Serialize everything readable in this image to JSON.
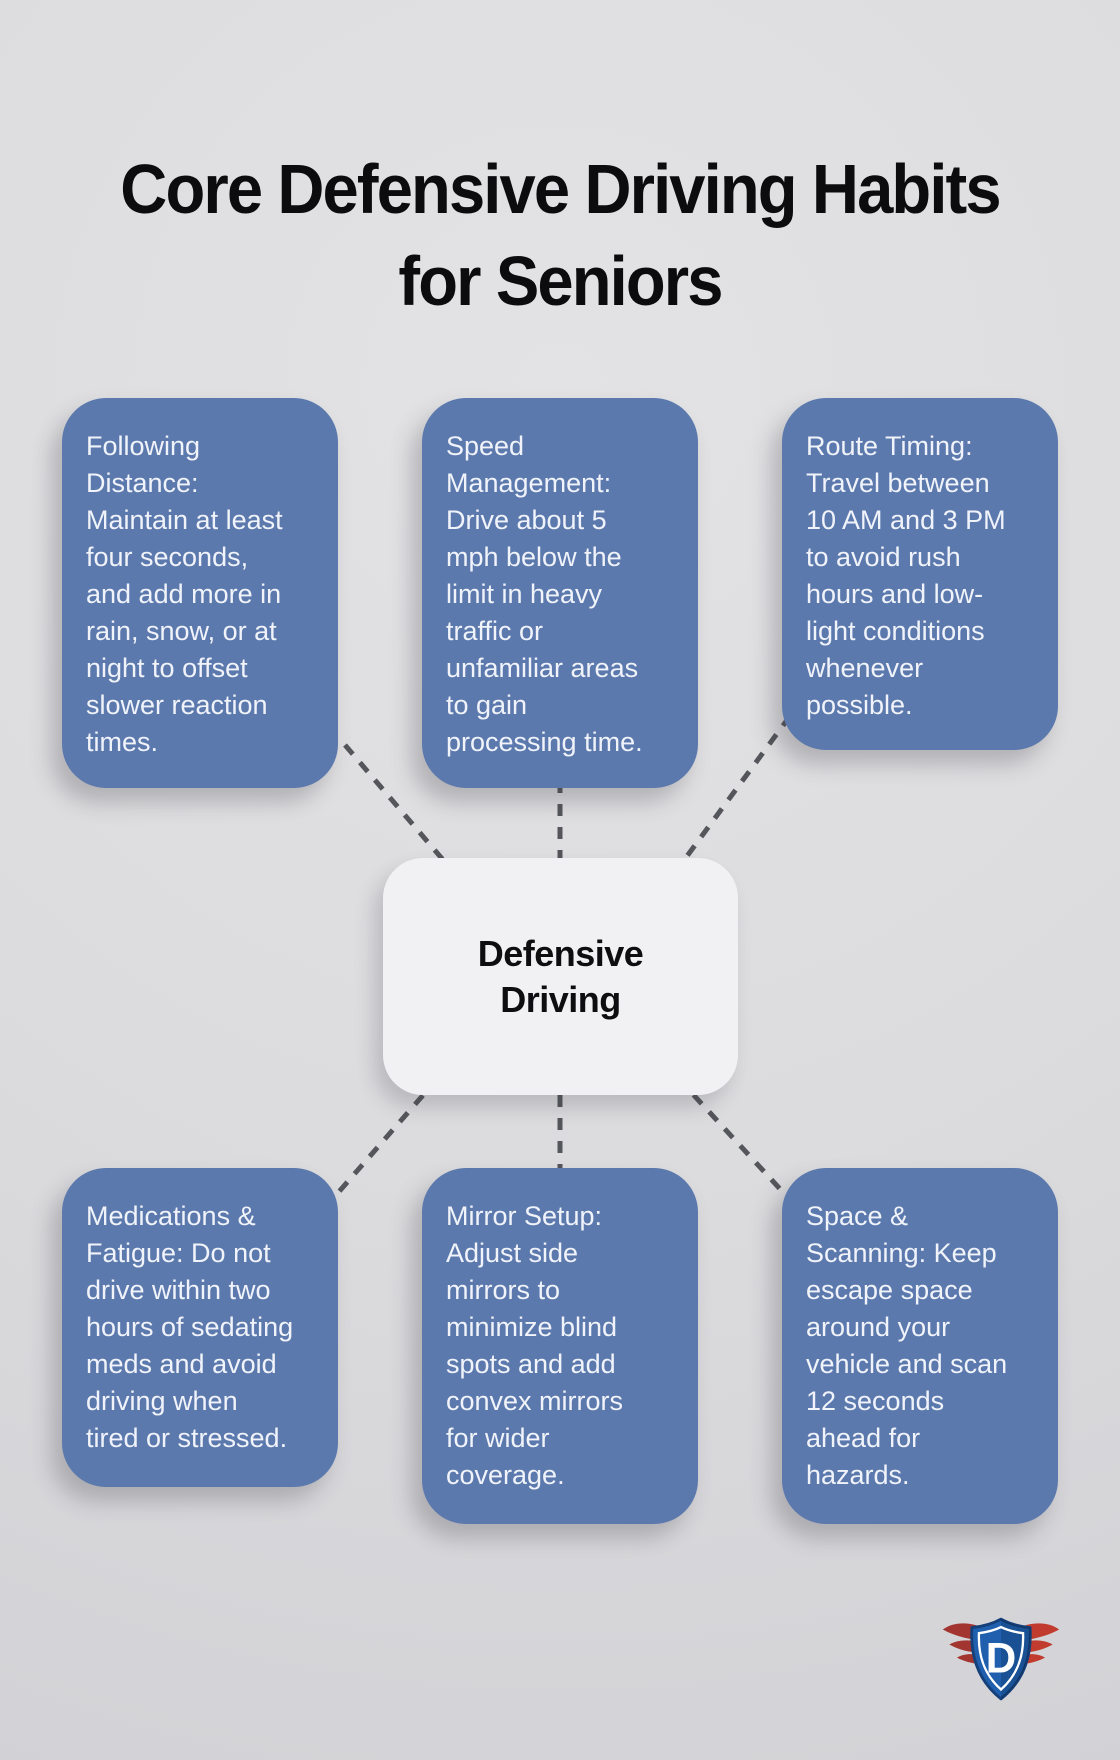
{
  "title": {
    "text": "Core Defensive Driving Habits\nfor Seniors"
  },
  "center_node": {
    "text": "Defensive\nDriving"
  },
  "habit_boxes": [
    {
      "name": "following-distance",
      "text": "Following\nDistance:\nMaintain at least\nfour seconds,\nand add more in\nrain, snow, or at\nnight to offset\nslower reaction\ntimes."
    },
    {
      "name": "speed-management",
      "text": "Speed\nManagement:\nDrive about 5\nmph below the\nlimit in heavy\ntraffic or\nunfamiliar areas\nto gain\nprocessing time."
    },
    {
      "name": "route-timing",
      "text": "Route Timing:\nTravel between\n10 AM and 3 PM\nto avoid rush\nhours and low-\nlight conditions\nwhenever\npossible."
    },
    {
      "name": "medications-fatigue",
      "text": "Medications &\nFatigue: Do not\ndrive within two\nhours of sedating\nmeds and avoid\ndriving when\ntired or stressed."
    },
    {
      "name": "mirror-setup",
      "text": "Mirror Setup:\nAdjust side\nmirrors to\nminimize blind\nspots and add\nconvex mirrors\nfor wider\ncoverage."
    },
    {
      "name": "space-scanning",
      "text": "Space &\nScanning: Keep\nescape space\naround your\nvehicle and scan\n12 seconds\nahead for\nhazards."
    }
  ],
  "logo": {
    "letter": "D"
  },
  "colors": {
    "canvas_background": "#dcdcde",
    "habit_box_blue": "#5c79ae",
    "habit_box_text": "#f0f3f9",
    "center_box_background": "#f1f1f4",
    "center_box_text": "#0e0e11",
    "title_text": "#0c0c0f",
    "dashed_connector": "#54565b",
    "logo_shield_blue": "#1f5fad",
    "logo_wing_red": "#b43a30"
  }
}
